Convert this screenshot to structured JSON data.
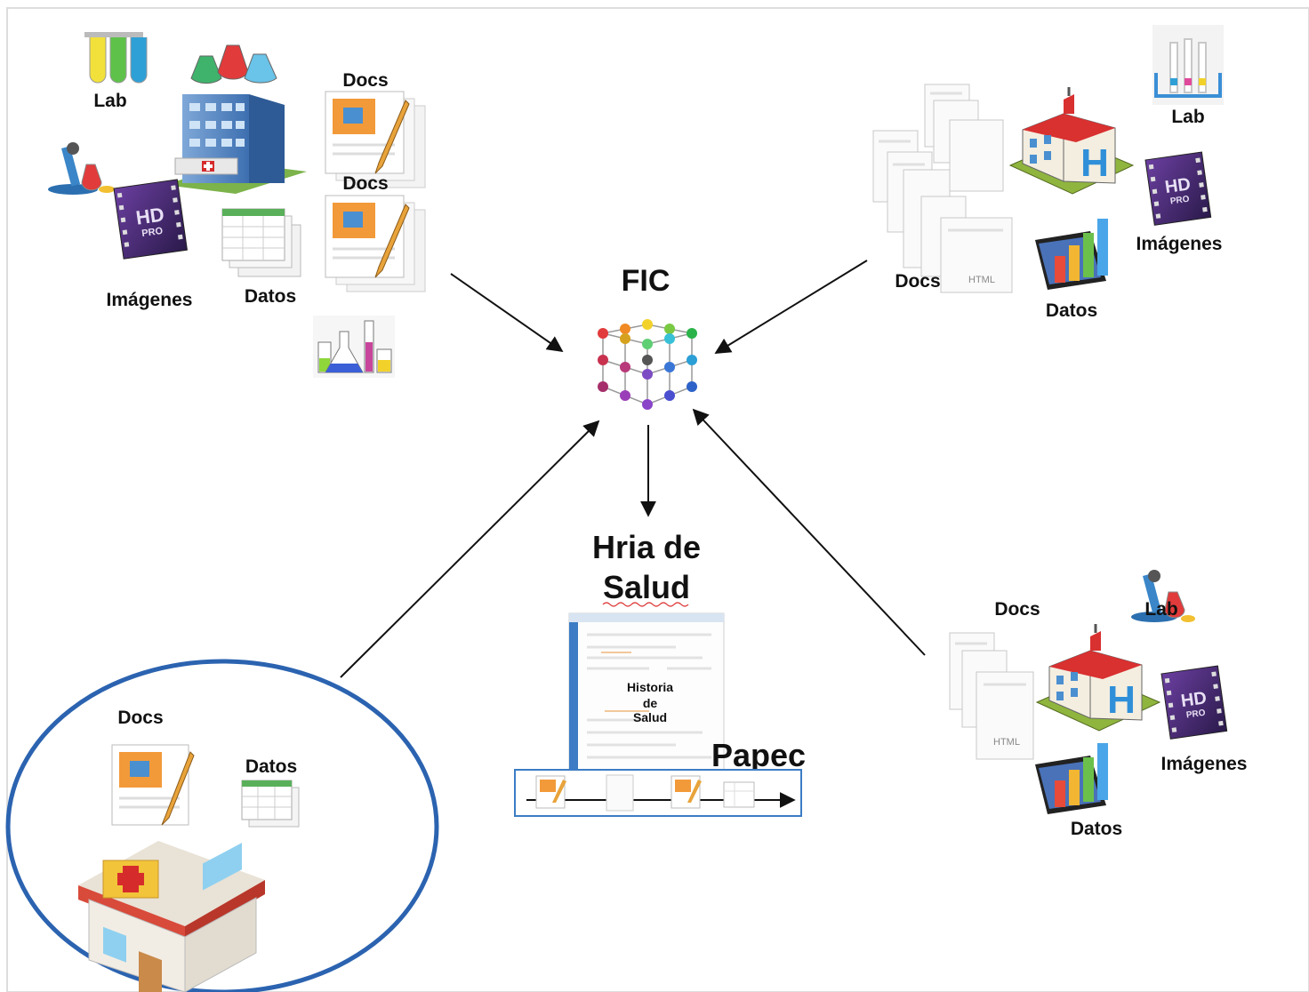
{
  "center": {
    "title": "FIC"
  },
  "output": {
    "title_line1": "Hria de",
    "title_line2": "Salud",
    "screen_text_1": "Historia",
    "screen_text_2": "de",
    "screen_text_3": "Salud",
    "process_label": "Papec"
  },
  "cluster_top_left": {
    "lab": "Lab",
    "docs_1": "Docs",
    "docs_2": "Docs",
    "images": "Imágenes",
    "data": "Datos"
  },
  "cluster_top_right": {
    "lab": "Lab",
    "docs": "Docs",
    "html_tag": "HTML",
    "images": "Imágenes",
    "data": "Datos"
  },
  "cluster_bottom_right": {
    "lab": "Lab",
    "docs": "Docs",
    "html_tag": "HTML",
    "images": "Imágenes",
    "data": "Datos"
  },
  "cluster_bottom_left": {
    "docs": "Docs",
    "data": "Datos"
  },
  "icons": [
    "test-tubes-icon",
    "flasks-icon",
    "hospital-building-icon",
    "pages-document-icon",
    "microscope-icon",
    "hd-video-icon",
    "spreadsheet-icon",
    "beakers-icon",
    "document-stack-icon",
    "hospital-h-icon",
    "bar-chart-icon",
    "cube-network-icon",
    "health-record-screen-icon",
    "clinic-icon"
  ]
}
